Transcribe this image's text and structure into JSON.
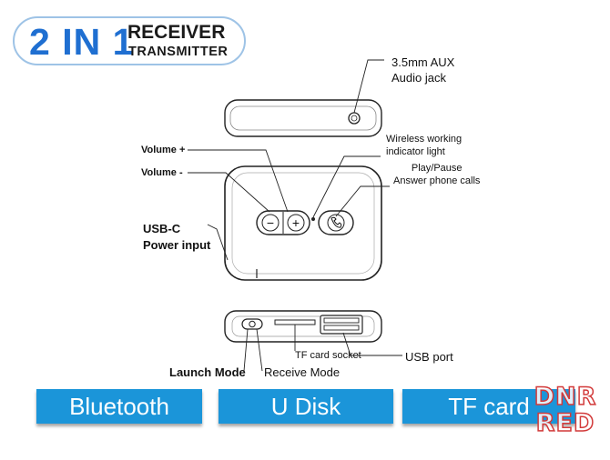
{
  "badge": {
    "big": "2 IN 1",
    "line1": "RECEIVER",
    "line2": "TRANSMITTER"
  },
  "labels": {
    "aux": "3.5mm AUX\nAudio jack",
    "wireless": "Wireless working\nindicator light",
    "play": "Play/Pause\nAnswer phone calls",
    "volume_plus": "Volume +",
    "volume_minus": "Volume -",
    "usbc": "USB-C\nPower input",
    "tf_socket": "TF card socket",
    "usb_port": "USB port",
    "launch_mode": "Launch Mode",
    "receive_mode": "Receive Mode"
  },
  "buttons": {
    "minus": "−",
    "plus": "+"
  },
  "modes": [
    "Bluetooth",
    "U Disk",
    "TF card"
  ],
  "watermark": "DNR\nRED",
  "colors": {
    "badge_blue": "#1f6fd1",
    "mode_bar": "#1b95d9",
    "watermark_red": "#d23a3a"
  }
}
